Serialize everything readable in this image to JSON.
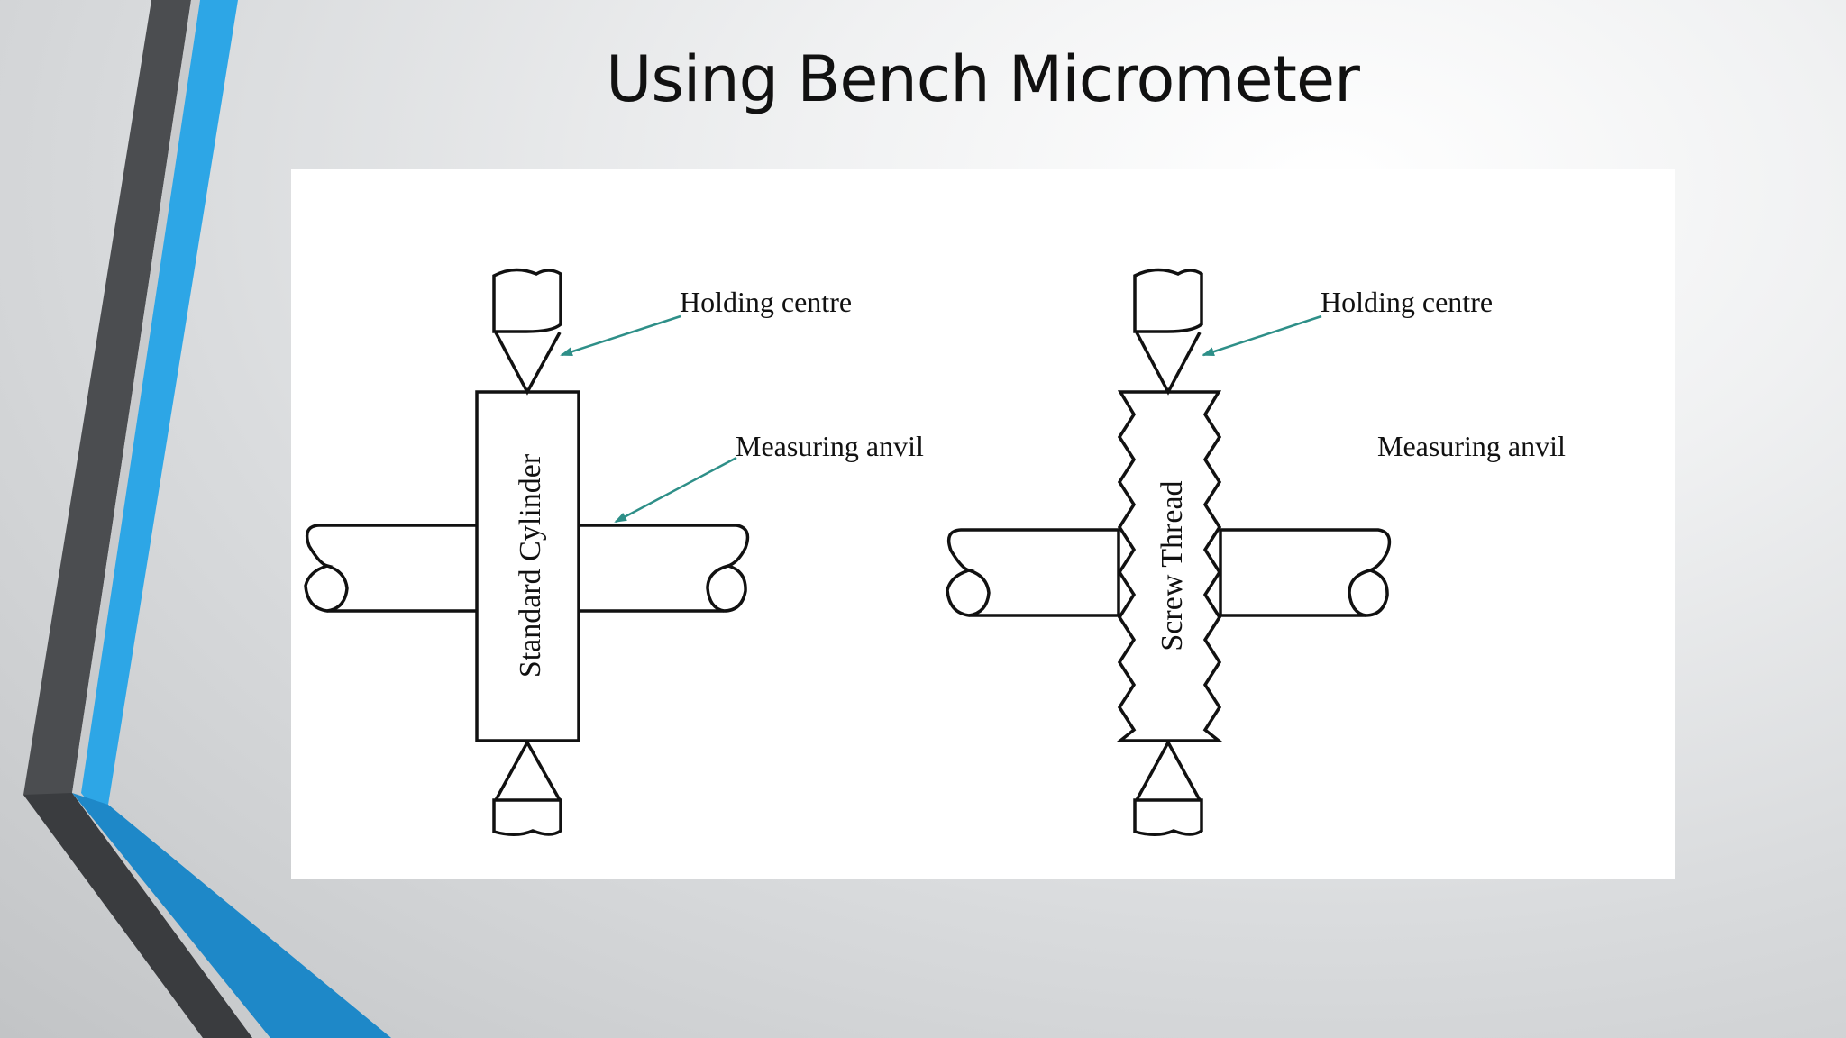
{
  "slide": {
    "title": "Using Bench Micrometer"
  },
  "diagram": {
    "left": {
      "holding_label": "Holding centre",
      "anvil_label": "Measuring anvil",
      "body_label": "Standard Cylinder"
    },
    "right": {
      "holding_label": "Holding centre",
      "anvil_label": "Measuring anvil",
      "body_label": "Screw Thread"
    }
  },
  "colors": {
    "accent_blue": "#2da6e6",
    "accent_dark": "#4b4d50",
    "arrow": "#2e8f88",
    "line": "#111111"
  }
}
